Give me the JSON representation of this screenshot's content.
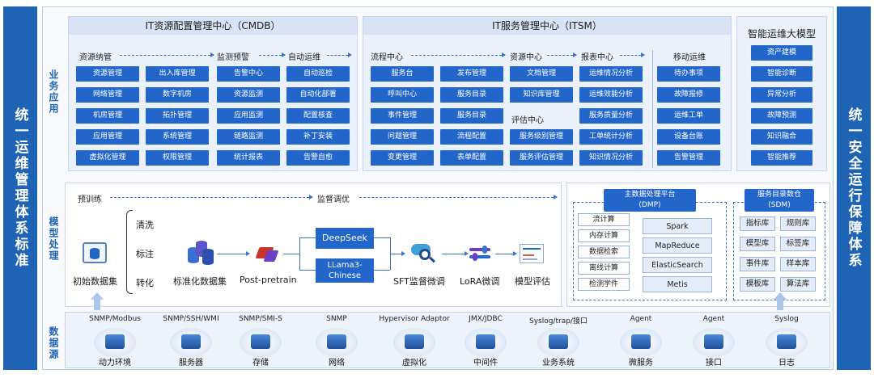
{
  "side": {
    "left": "统一运维管理体系标准",
    "right": "统一安全运行保障体系"
  },
  "rows": {
    "business": "业务应用",
    "model": "模型处理",
    "data": "数据源"
  },
  "cmdb": {
    "title": "IT资源配置管理中心（CMDB）",
    "sections": [
      "资源纳管",
      "监测预警",
      "自动运维"
    ],
    "col1": [
      "资源管理",
      "网络管理",
      "机房管理",
      "应用管理",
      "虚拟化管理"
    ],
    "col2": [
      "出入库管理",
      "数字机房",
      "拓扑管理",
      "系统管理",
      "权限管理"
    ],
    "col3": [
      "告警中心",
      "资源监测",
      "应用监测",
      "链路监测",
      "统计报表"
    ],
    "col4": [
      "自动巡检",
      "自动化部署",
      "配置核查",
      "补丁安装",
      "告警自愈"
    ]
  },
  "itsm": {
    "title": "IT服务管理中心（ITSM）",
    "sections": [
      "流程中心",
      "资源中心",
      "报表中心",
      "评估中心",
      "移动运维"
    ],
    "col1": [
      "服务台",
      "呼叫中心",
      "事件管理",
      "问题管理",
      "变更管理"
    ],
    "col2": [
      "发布管理",
      "服务目录",
      "服务目录",
      "流程配置",
      "表单配置"
    ],
    "col3a": [
      "文档管理",
      "知识库管理"
    ],
    "col3b": [
      "服务级别管理",
      "服务评估管理"
    ],
    "col4": [
      "运维情况分析",
      "运维效能分析",
      "服务质量分析",
      "工单统计分析",
      "知识情况分析"
    ],
    "col5": [
      "待办事项",
      "故障报修",
      "运维工单",
      "设备台账",
      "告警管理"
    ]
  },
  "ai": {
    "title": "智能运维大模型",
    "items": [
      "资产建模",
      "智能诊断",
      "异常分析",
      "故障预测",
      "知识融合",
      "智能推荐"
    ]
  },
  "model": {
    "pretrain": "预训练",
    "finetune": "监督调优",
    "initial": "初始数据集",
    "steps": [
      "清洗",
      "标注",
      "转化"
    ],
    "standard": "标准化数据集",
    "post": "Post-pretrain",
    "deepseek": "DeepSeek",
    "llama": "LLama3-Chinese",
    "sft": "SFT监督微调",
    "lora": "LoRA微调",
    "eval": "模型评估"
  },
  "dmp": {
    "title": "主数据处理平台",
    "sub": "(DMP)",
    "left": [
      "流计算",
      "内存计算",
      "数据检索",
      "离线计算",
      "检测学件"
    ],
    "right": [
      "Spark",
      "MapReduce",
      "ElasticSearch",
      "Metis"
    ]
  },
  "sdm": {
    "title": "服务目录数仓",
    "sub": "(SDM)",
    "items": [
      "指标库",
      "规则库",
      "模型库",
      "标签库",
      "事件库",
      "样本库",
      "模板库",
      "算法库"
    ]
  },
  "sources": [
    {
      "proto": "SNMP/Modbus",
      "name": "动力环境",
      "icon": "power-env-icon"
    },
    {
      "proto": "SNMP/SSH/WMI",
      "name": "服务器",
      "icon": "server-icon"
    },
    {
      "proto": "SNMP/SMI-S",
      "name": "存储",
      "icon": "storage-icon"
    },
    {
      "proto": "SNMP",
      "name": "网络",
      "icon": "network-icon"
    },
    {
      "proto": "Hypervisor Adaptor",
      "name": "虚拟化",
      "icon": "virtualization-icon"
    },
    {
      "proto": "JMX/JDBC",
      "name": "中间件",
      "icon": "middleware-icon"
    },
    {
      "proto": "Syslog/trap/接口",
      "name": "业务系统",
      "icon": "business-system-icon"
    },
    {
      "proto": "Agent",
      "name": "微服务",
      "icon": "microservice-icon"
    },
    {
      "proto": "Agent",
      "name": "接口",
      "icon": "interface-icon"
    },
    {
      "proto": "Syslog",
      "name": "日志",
      "icon": "log-icon"
    }
  ],
  "colors": {
    "primary": "#1f63b5",
    "button": "#2366c9",
    "panel": "#eaf1fb"
  }
}
